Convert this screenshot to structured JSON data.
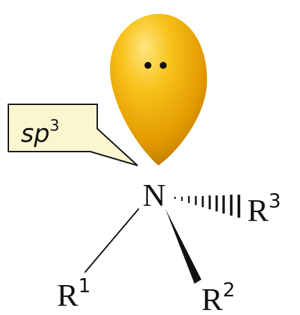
{
  "hybridization_label": {
    "base": "sp",
    "superscript": "3"
  },
  "central_atom": "N",
  "substituents": [
    {
      "base": "R",
      "superscript": "1",
      "bond": "plain"
    },
    {
      "base": "R",
      "superscript": "2",
      "bond": "wedge"
    },
    {
      "base": "R",
      "superscript": "3",
      "bond": "hashed-wedge"
    }
  ],
  "lone_pair": {
    "electrons": 2,
    "orbital_color": "#f0b000",
    "orbital_highlight": "#ffe060",
    "orbital_shadow": "#b87800"
  },
  "callout_colors": {
    "fill": "#fbf6cf",
    "border": "#111111"
  }
}
